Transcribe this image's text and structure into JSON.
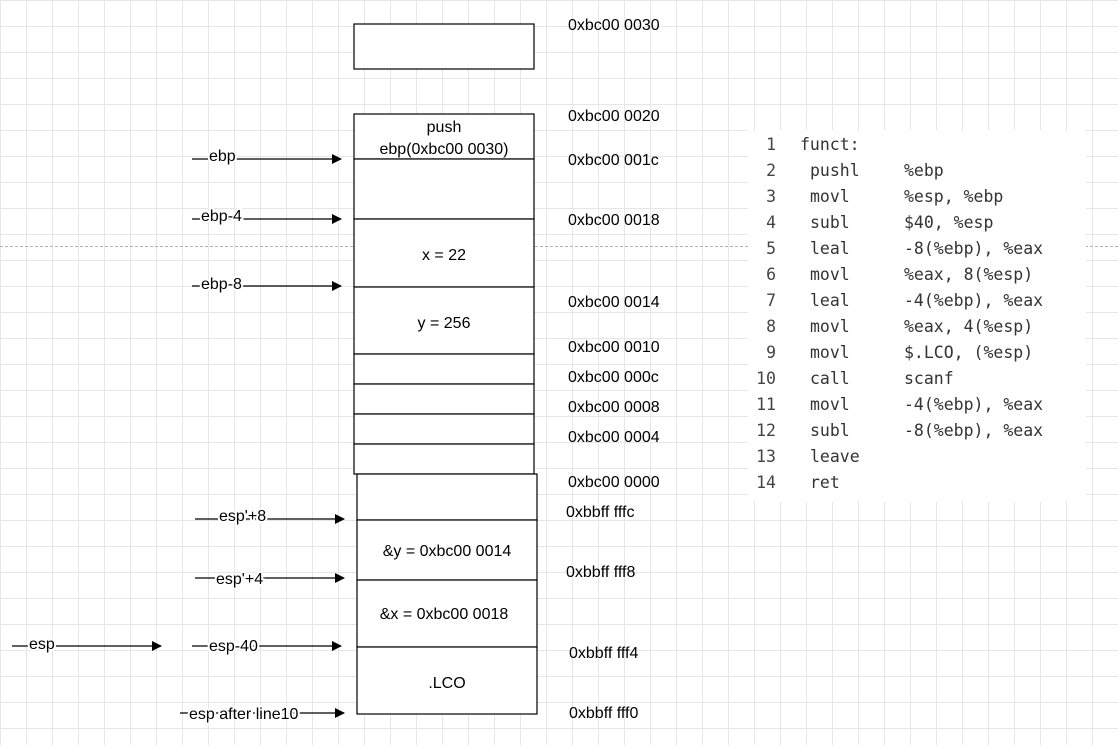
{
  "addresses": [
    "0xbc00 0030",
    "0xbc00 0020",
    "0xbc00 001c",
    "0xbc00 0018",
    "0xbc00 0014",
    "0xbc00 0010",
    "0xbc00 000c",
    "0xbc00 0008",
    "0xbc00 0004",
    "0xbc00 0000",
    "0xbbff fffc",
    "0xbbff fff8",
    "0xbbff fff4",
    "0xbbff fff0"
  ],
  "cells": {
    "push_line1": "push",
    "push_line2": "ebp(0xbc00 0030)",
    "x": "x = 22",
    "y": "y = 256",
    "addr_y": "&y = 0xbc00 0014",
    "addr_x": "&x = 0xbc00 0018",
    "lco": ".LCO"
  },
  "pointers": [
    "ebp",
    "ebp-4",
    "ebp-8",
    "esp'+8",
    "esp'+4",
    "esp",
    "esp-40",
    "esp after line10"
  ],
  "code": [
    {
      "ln": "1",
      "op": "funct:",
      "arg": ""
    },
    {
      "ln": "2",
      "op": "pushl",
      "arg": "%ebp"
    },
    {
      "ln": "3",
      "op": "movl",
      "arg": "%esp, %ebp"
    },
    {
      "ln": "4",
      "op": "subl",
      "arg": "$40, %esp"
    },
    {
      "ln": "5",
      "op": "leal",
      "arg": "-8(%ebp), %eax"
    },
    {
      "ln": "6",
      "op": "movl",
      "arg": "%eax, 8(%esp)"
    },
    {
      "ln": "7",
      "op": "leal",
      "arg": "-4(%ebp), %eax"
    },
    {
      "ln": "8",
      "op": "movl",
      "arg": "%eax, 4(%esp)"
    },
    {
      "ln": "9",
      "op": "movl",
      "arg": "$.LCO, (%esp)"
    },
    {
      "ln": "10",
      "op": "call",
      "arg": "scanf"
    },
    {
      "ln": "11",
      "op": "movl",
      "arg": "-4(%ebp), %eax"
    },
    {
      "ln": "12",
      "op": "subl",
      "arg": "-8(%ebp), %eax"
    },
    {
      "ln": "13",
      "op": "leave",
      "arg": ""
    },
    {
      "ln": "14",
      "op": "ret",
      "arg": ""
    }
  ]
}
